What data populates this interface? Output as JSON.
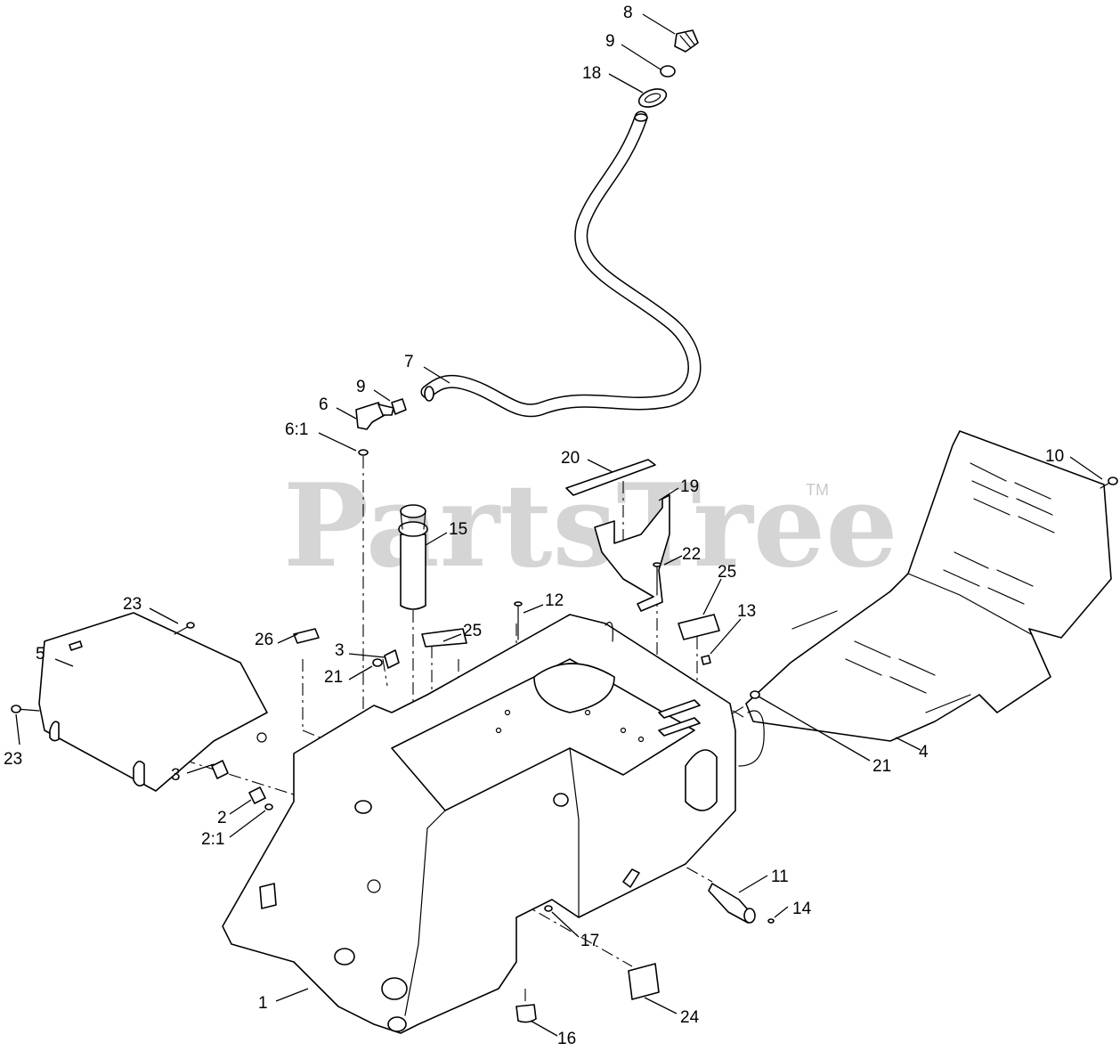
{
  "watermark": {
    "text": "PartsTree",
    "trademark": "TM"
  },
  "callouts": [
    {
      "id": "c8",
      "label": "8"
    },
    {
      "id": "c9a",
      "label": "9"
    },
    {
      "id": "c18",
      "label": "18"
    },
    {
      "id": "c7",
      "label": "7"
    },
    {
      "id": "c9b",
      "label": "9"
    },
    {
      "id": "c6",
      "label": "6"
    },
    {
      "id": "c6_1",
      "label": "6:1"
    },
    {
      "id": "c20",
      "label": "20"
    },
    {
      "id": "c19",
      "label": "19"
    },
    {
      "id": "c10",
      "label": "10"
    },
    {
      "id": "c15",
      "label": "15"
    },
    {
      "id": "c22",
      "label": "22"
    },
    {
      "id": "c25a",
      "label": "25"
    },
    {
      "id": "c12",
      "label": "12"
    },
    {
      "id": "c13",
      "label": "13"
    },
    {
      "id": "c23a",
      "label": "23"
    },
    {
      "id": "c26",
      "label": "26"
    },
    {
      "id": "c25b",
      "label": "25"
    },
    {
      "id": "c5",
      "label": "5"
    },
    {
      "id": "c3a",
      "label": "3"
    },
    {
      "id": "c21a",
      "label": "21"
    },
    {
      "id": "c23b",
      "label": "23"
    },
    {
      "id": "c3b",
      "label": "3"
    },
    {
      "id": "c2",
      "label": "2"
    },
    {
      "id": "c2_1",
      "label": "2:1"
    },
    {
      "id": "c21b",
      "label": "21"
    },
    {
      "id": "c4",
      "label": "4"
    },
    {
      "id": "c11",
      "label": "11"
    },
    {
      "id": "c14",
      "label": "14"
    },
    {
      "id": "c17",
      "label": "17"
    },
    {
      "id": "c1",
      "label": "1"
    },
    {
      "id": "c24",
      "label": "24"
    },
    {
      "id": "c16",
      "label": "16"
    }
  ]
}
